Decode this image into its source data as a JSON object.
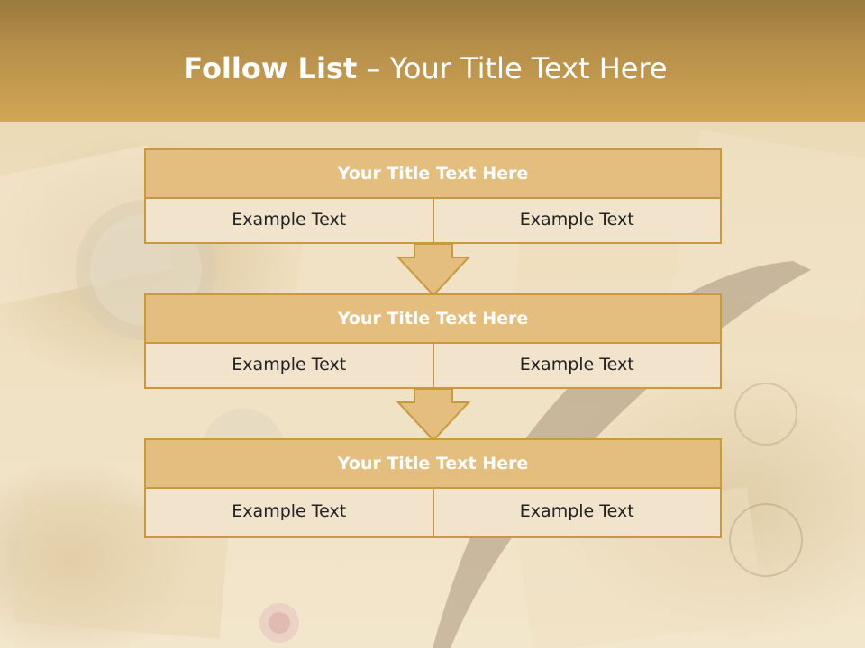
{
  "header": {
    "title_bold": "Follow List",
    "title_rest": "– Your Title Text Here"
  },
  "blocks": [
    {
      "title": "Your Title Text Here",
      "left": "Example Text",
      "right": "Example Text"
    },
    {
      "title": "Your Title Text Here",
      "left": "Example Text",
      "right": "Example Text"
    },
    {
      "title": "Your Title Text Here",
      "left": "Example Text",
      "right": "Example Text"
    }
  ],
  "colors": {
    "header": "#b68f4a",
    "box_title_fill": "#e3be7f",
    "box_border": "#c9993f",
    "cell_fill": "#f1e3cc"
  }
}
